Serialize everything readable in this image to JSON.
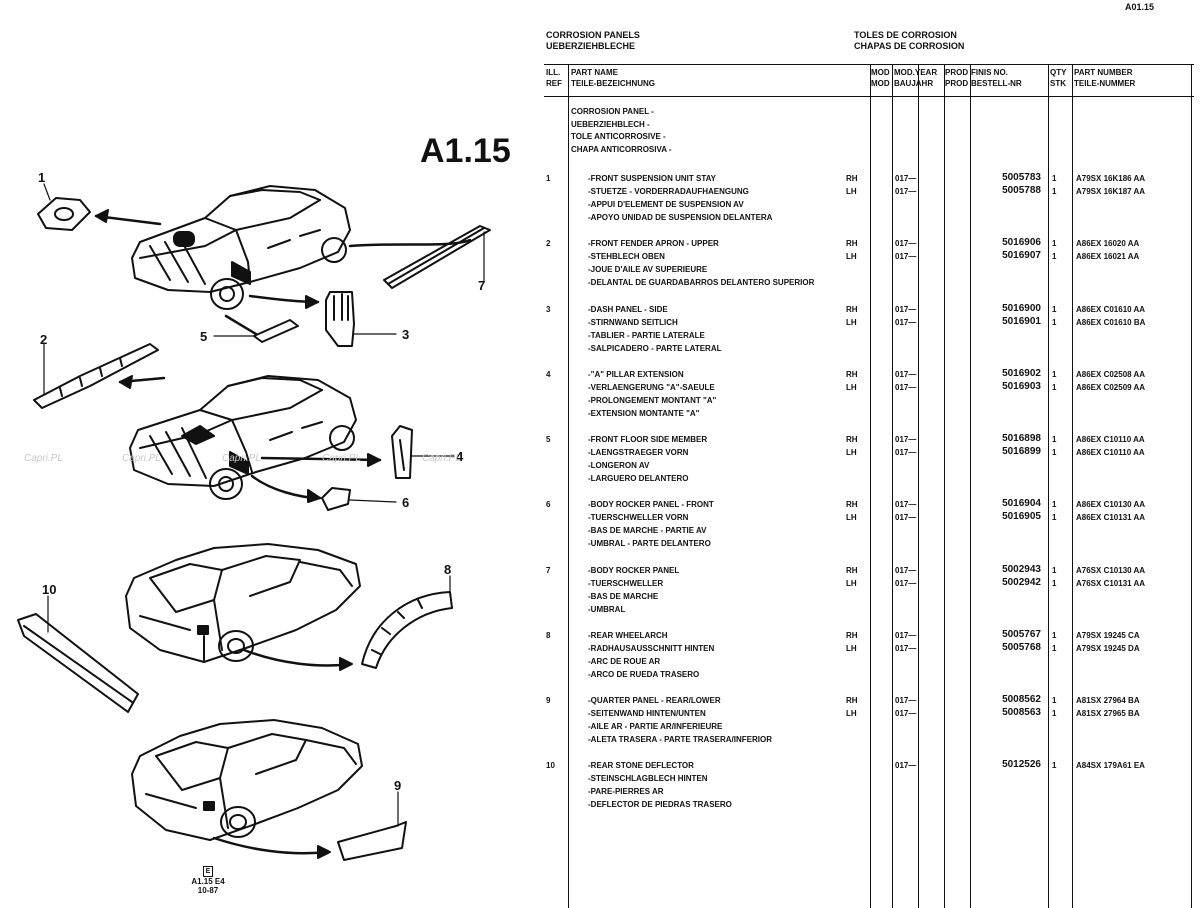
{
  "page_code": "A01.15",
  "diagram": {
    "code": "A1.15",
    "callouts": [
      "1",
      "2",
      "3",
      "4",
      "5",
      "6",
      "7",
      "8",
      "9",
      "10"
    ],
    "watermark": "Capri.PL",
    "footer": {
      "box": "E",
      "line1": "A1.15 E4",
      "line2": "10-87"
    }
  },
  "titles": {
    "en": "CORROSION PANELS",
    "de": "UEBERZIEHBLECHE",
    "fr": "TOLES DE CORROSION",
    "es": "CHAPAS DE CORROSION"
  },
  "headers": {
    "ref": [
      "ILL.",
      "REF"
    ],
    "part_name": [
      "PART NAME",
      "TEILE-BEZEICHNUNG"
    ],
    "mod": [
      "MOD",
      "MOD"
    ],
    "mod_year": [
      "MOD.YEAR",
      "BAUJAHR"
    ],
    "prod": [
      "PROD",
      "PROD"
    ],
    "fins": [
      "FINIS NO.",
      "BESTELL-NR"
    ],
    "qty": [
      "QTY",
      "STK"
    ],
    "part_number": [
      "PART NUMBER",
      "TEILE-NUMMER"
    ]
  },
  "intro": [
    "CORROSION PANEL -",
    "UEBERZIEHBLECH -",
    "TOLE ANTICORROSIVE -",
    "CHAPA ANTICORROSIVA -"
  ],
  "rows": [
    {
      "ref": "1",
      "names": [
        "-FRONT SUSPENSION UNIT STAY",
        "-STUETZE - VORDERRADAUFHAENGUNG",
        "-APPUI D'ELEMENT DE SUSPENSION AV",
        "-APOYO UNIDAD DE SUSPENSION DELANTERA"
      ],
      "lines": [
        {
          "side": "RH",
          "year": "017—",
          "fins": "5005783",
          "qty": "1",
          "pn": "A79SX 16K186 AA"
        },
        {
          "side": "LH",
          "year": "017—",
          "fins": "5005788",
          "qty": "1",
          "pn": "A79SX 16K187 AA"
        }
      ]
    },
    {
      "ref": "2",
      "names": [
        "-FRONT FENDER APRON - UPPER",
        "-STEHBLECH OBEN",
        "-JOUE D'AILE AV SUPERIEURE",
        "-DELANTAL DE GUARDABARROS DELANTERO SUPERIOR"
      ],
      "lines": [
        {
          "side": "RH",
          "year": "017—",
          "fins": "5016906",
          "qty": "1",
          "pn": "A86EX 16020 AA"
        },
        {
          "side": "LH",
          "year": "017—",
          "fins": "5016907",
          "qty": "1",
          "pn": "A86EX 16021 AA"
        }
      ]
    },
    {
      "ref": "3",
      "names": [
        "-DASH PANEL - SIDE",
        "-STIRNWAND SEITLICH",
        "-TABLIER - PARTIE LATERALE",
        "-SALPICADERO - PARTE LATERAL"
      ],
      "lines": [
        {
          "side": "RH",
          "year": "017—",
          "fins": "5016900",
          "qty": "1",
          "pn": "A86EX C01610 AA"
        },
        {
          "side": "LH",
          "year": "017—",
          "fins": "5016901",
          "qty": "1",
          "pn": "A86EX C01610 BA"
        }
      ]
    },
    {
      "ref": "4",
      "names": [
        "-\"A\" PILLAR EXTENSION",
        "-VERLAENGERUNG \"A\"-SAEULE",
        "-PROLONGEMENT MONTANT \"A\"",
        "-EXTENSION MONTANTE \"A\""
      ],
      "lines": [
        {
          "side": "RH",
          "year": "017—",
          "fins": "5016902",
          "qty": "1",
          "pn": "A86EX C02508 AA"
        },
        {
          "side": "LH",
          "year": "017—",
          "fins": "5016903",
          "qty": "1",
          "pn": "A86EX C02509 AA"
        }
      ]
    },
    {
      "ref": "5",
      "names": [
        "-FRONT FLOOR SIDE MEMBER",
        "-LAENGSTRAEGER VORN",
        "-LONGERON AV",
        "-LARGUERO DELANTERO"
      ],
      "lines": [
        {
          "side": "RH",
          "year": "017—",
          "fins": "5016898",
          "qty": "1",
          "pn": "A86EX C10110 AA"
        },
        {
          "side": "LH",
          "year": "017—",
          "fins": "5016899",
          "qty": "1",
          "pn": "A86EX C10110 AA"
        }
      ]
    },
    {
      "ref": "6",
      "names": [
        "-BODY ROCKER PANEL - FRONT",
        "-TUERSCHWELLER VORN",
        "-BAS DE MARCHE - PARTIE AV",
        "-UMBRAL - PARTE DELANTERO"
      ],
      "lines": [
        {
          "side": "RH",
          "year": "017—",
          "fins": "5016904",
          "qty": "1",
          "pn": "A86EX C10130 AA"
        },
        {
          "side": "LH",
          "year": "017—",
          "fins": "5016905",
          "qty": "1",
          "pn": "A86EX C10131 AA"
        }
      ]
    },
    {
      "ref": "7",
      "names": [
        "-BODY ROCKER PANEL",
        "-TUERSCHWELLER",
        "-BAS DE MARCHE",
        "-UMBRAL"
      ],
      "lines": [
        {
          "side": "RH",
          "year": "017—",
          "fins": "5002943",
          "qty": "1",
          "pn": "A76SX C10130 AA"
        },
        {
          "side": "LH",
          "year": "017—",
          "fins": "5002942",
          "qty": "1",
          "pn": "A76SX C10131 AA"
        }
      ]
    },
    {
      "ref": "8",
      "names": [
        "-REAR WHEELARCH",
        "-RADHAUSAUSSCHNITT HINTEN",
        "-ARC DE ROUE AR",
        "-ARCO DE RUEDA TRASERO"
      ],
      "lines": [
        {
          "side": "RH",
          "year": "017—",
          "fins": "5005767",
          "qty": "1",
          "pn": "A79SX 19245 CA"
        },
        {
          "side": "LH",
          "year": "017—",
          "fins": "5005768",
          "qty": "1",
          "pn": "A79SX 19245 DA"
        }
      ]
    },
    {
      "ref": "9",
      "names": [
        "-QUARTER PANEL - REAR/LOWER",
        "-SEITENWAND HINTEN/UNTEN",
        "-AILE AR - PARTIE AR/INFERIEURE",
        "-ALETA TRASERA - PARTE TRASERA/INFERIOR"
      ],
      "lines": [
        {
          "side": "RH",
          "year": "017—",
          "fins": "5008562",
          "qty": "1",
          "pn": "A81SX 27964 BA"
        },
        {
          "side": "LH",
          "year": "017—",
          "fins": "5008563",
          "qty": "1",
          "pn": "A81SX 27965 BA"
        }
      ]
    },
    {
      "ref": "10",
      "names": [
        "-REAR STONE DEFLECTOR",
        "-STEINSCHLAGBLECH HINTEN",
        "-PARE-PIERRES AR",
        "-DEFLECTOR DE PIEDRAS TRASERO"
      ],
      "lines": [
        {
          "side": "",
          "year": "017—",
          "fins": "5012526",
          "qty": "1",
          "pn": "A84SX 179A61 EA"
        }
      ]
    }
  ]
}
